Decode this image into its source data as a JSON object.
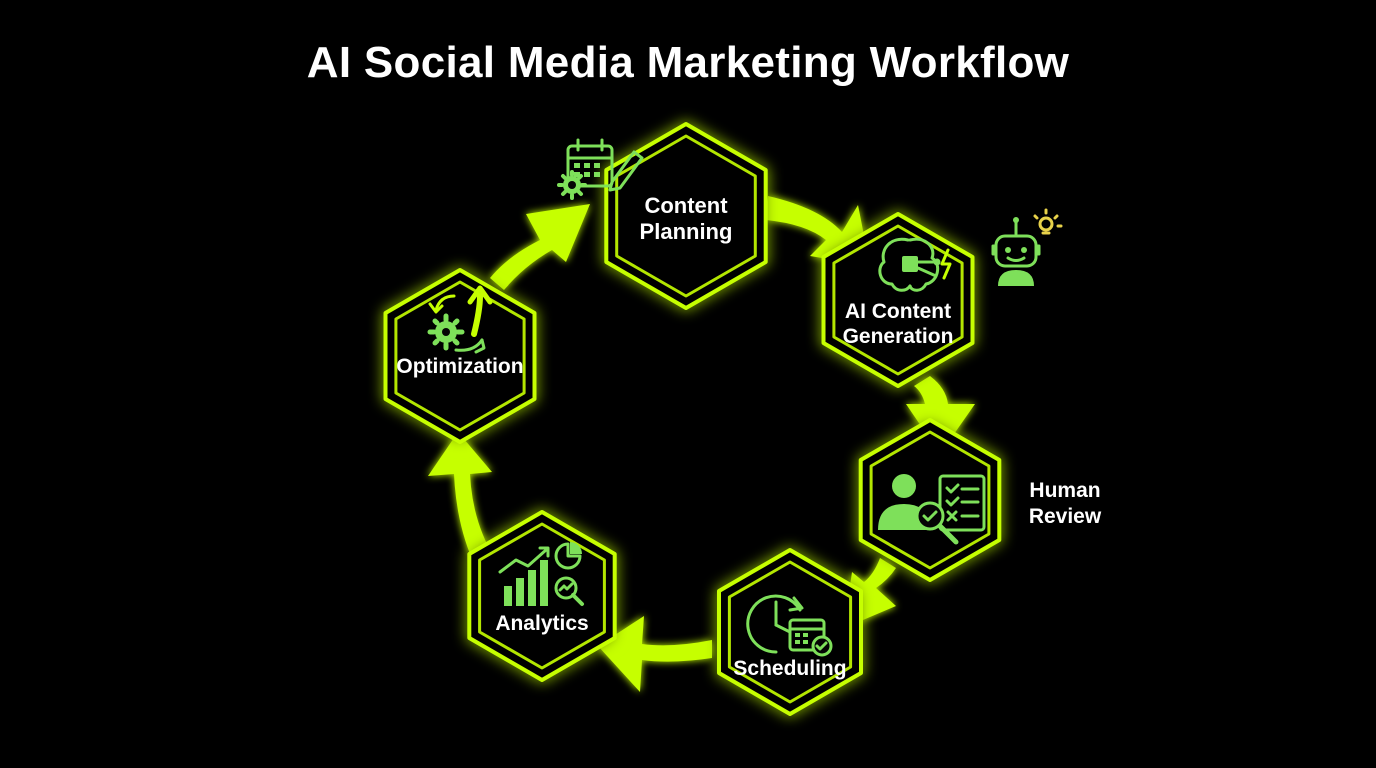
{
  "title": "AI Social Media Marketing Workflow",
  "colors": {
    "background": "#000000",
    "accent": "#c6ff00",
    "hex_fill": "#050505",
    "icon_green": "#7ee05a",
    "text": "#ffffff"
  },
  "steps": [
    {
      "id": "content-planning",
      "label_lines": [
        "Content",
        "Planning"
      ],
      "icon": "calendar-gear-icon"
    },
    {
      "id": "ai-content-generation",
      "label_lines": [
        "AI Content",
        "Generation"
      ],
      "icon": "brain-chip-icon"
    },
    {
      "id": "human-review",
      "label_lines": [
        "Human",
        "Review"
      ],
      "icon": "person-checklist-icon"
    },
    {
      "id": "scheduling",
      "label_lines": [
        "Scheduling"
      ],
      "icon": "clock-calendar-icon"
    },
    {
      "id": "analytics",
      "label_lines": [
        "Analytics"
      ],
      "icon": "bar-chart-magnifier-icon"
    },
    {
      "id": "optimization",
      "label_lines": [
        "Optimization"
      ],
      "icon": "gears-arrows-icon"
    }
  ],
  "extra_icons": [
    "robot-icon",
    "lightbulb-icon"
  ],
  "flow": "clockwise"
}
